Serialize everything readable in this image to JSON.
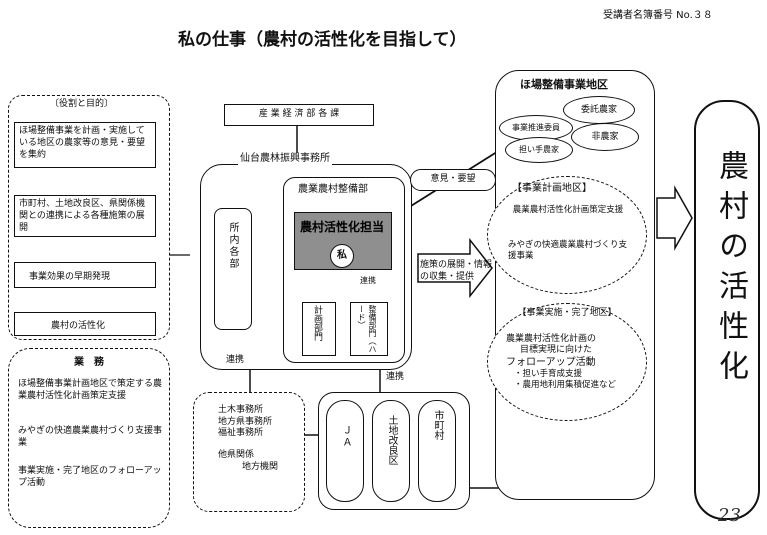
{
  "header": {
    "participant_number": "受講者名簿番号 No.３８",
    "title": "私の仕事（農村の活性化を目指して）"
  },
  "left": {
    "roles_title": "〔役割と目的〕",
    "roles_items": [
      "ほ場整備事業を計画・実施している地区の農家等の意見・要望を集約",
      "市町村、土地改良区、県関係機関との連携による各種施策の展開",
      "事業効果の早期発現",
      "農村の活性化"
    ],
    "duties_title": "業　務",
    "duties_items": [
      "ほ場整備事業計画地区で策定する農業農村活性化計画策定支援",
      "みやぎの快適農業農村づくり支援事業",
      "事業実施・完了地区のフォローアップ活動"
    ]
  },
  "center": {
    "dept_box": "産 業 経 済 部 各 課",
    "office_label": "仙台農林振興事務所",
    "nouson_section": "農業農村整備部",
    "internal_depts": "所内各部",
    "charge_label": "農村活性化担当",
    "me_label": "私",
    "renkei_1": "連携",
    "renkei_2": "連携",
    "renkei_3": "連携",
    "sub_units": [
      "計画部門",
      "整備部門（ハード）"
    ],
    "opinion_label": "意見・要望",
    "policy_label": "施策の展開・情報の収集・提供",
    "external_offices": [
      "土木事務所",
      "地方県事務所",
      "福祉事務所",
      "他県関係",
      "地方機関"
    ],
    "partners": [
      "ＪＡ",
      "土地改良区",
      "市町村"
    ]
  },
  "right": {
    "district_title": "ほ場整備事業地区",
    "actors": [
      "委託農家",
      "事業推進委員",
      "非農家",
      "担い手農家"
    ],
    "plan_title": "【事業計画地区】",
    "plan_items": [
      "農業農村活性化計画策定支援",
      "みやぎの快適農業農村づくり支援事業"
    ],
    "done_title": "【事業実施・完了地区】",
    "done_lines": [
      "農業農村活性化計画の",
      "目標実現に向けた",
      "フォローアップ活動",
      "・担い手育成支援",
      "・農用地利用集積促進など"
    ],
    "goal": "農村の活性化"
  },
  "handwritten_page": "23"
}
